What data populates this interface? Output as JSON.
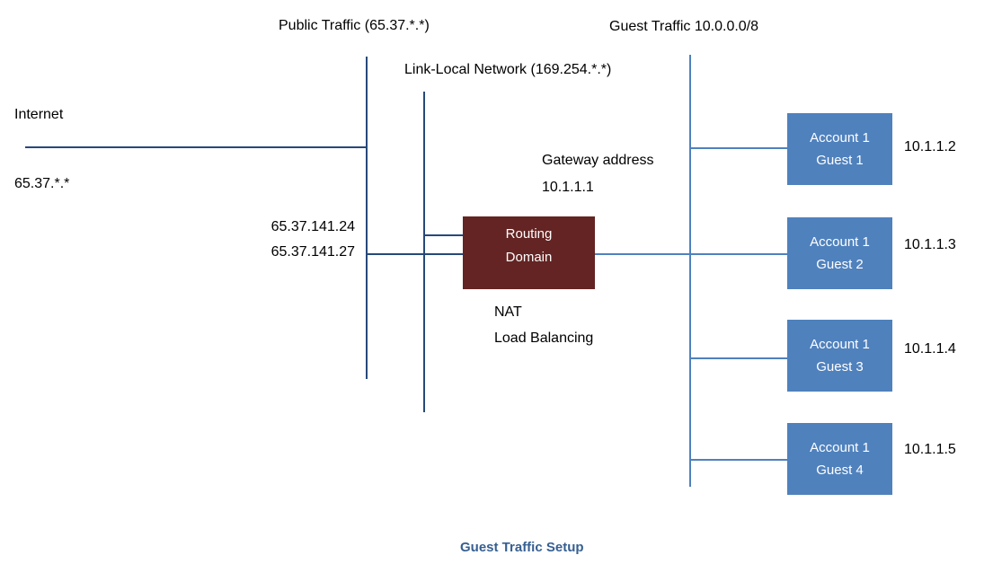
{
  "diagram": {
    "labels": {
      "public_traffic": "Public Traffic (65.37.*.*)",
      "guest_traffic": "Guest Traffic 10.0.0.0/8",
      "link_local": "Link-Local Network (169.254.*.*)",
      "internet": "Internet",
      "internet_ip": "65.37.*.*",
      "public_ip_1": "65.37.141.24",
      "public_ip_2": "65.37.141.27",
      "gateway_line1": "Gateway address",
      "gateway_line2": "10.1.1.1",
      "nat": "NAT",
      "load_balancing": "Load Balancing",
      "caption": "Guest Traffic Setup"
    },
    "routing_domain": {
      "line1": "Routing",
      "line2": "Domain"
    },
    "guests": [
      {
        "line1": "Account 1",
        "line2": "Guest 1",
        "ip": "10.1.1.2"
      },
      {
        "line1": "Account 1",
        "line2": "Guest 2",
        "ip": "10.1.1.3"
      },
      {
        "line1": "Account 1",
        "line2": "Guest 3",
        "ip": "10.1.1.4"
      },
      {
        "line1": "Account 1",
        "line2": "Guest 4",
        "ip": "10.1.1.5"
      }
    ],
    "colors": {
      "guest_box": "#4F81BD",
      "routing_box": "#632423",
      "dark_line": "#27497A",
      "light_line": "#4F81BD",
      "caption": "#365F91"
    }
  }
}
